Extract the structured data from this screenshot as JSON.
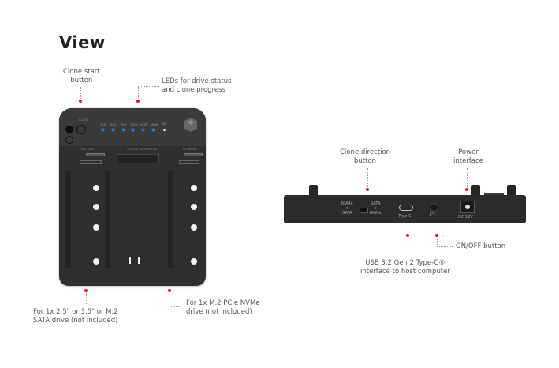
{
  "title": "View",
  "callouts": {
    "clone_start": "Clone start\nbutton",
    "leds": "LEDs for drive status\nand clone progress",
    "sata_drive": "For 1x 2.5\" or 3.5\" or M.2\nSATA drive (not included)",
    "nvme_drive": "For 1x M.2 PCIe NVMe\ndrive (not included)",
    "clone_direction": "Clone direction\nbutton",
    "power_interface": "Power\ninterface",
    "on_off": "ON/OFF button",
    "usb": "USB 3.2 Gen 2 Type-C®\ninterface to host computer"
  },
  "device_top": {
    "clone_label": "CLONE",
    "led_labels": [
      "25%",
      "50%",
      "75%",
      "100%",
      "SATA",
      "NVMe"
    ],
    "power_led_symbol": "⏻",
    "slot_labels": {
      "left": "M.2 SATA",
      "center": "2.5\"/3.5\" SATA III / II / I",
      "right": "M.2 NVMe"
    }
  },
  "device_side": {
    "switch_left": "NVMe\n▾\nSATA",
    "switch_right": "SATA\n▾\nNVMe",
    "usb_label": "Type-C",
    "power_symbol": "⏻",
    "dc_label": "DC 12V"
  },
  "colors": {
    "accent_dot": "#e4141b",
    "led_blue": "#2a8cf0",
    "device": "#2f2f2f"
  }
}
